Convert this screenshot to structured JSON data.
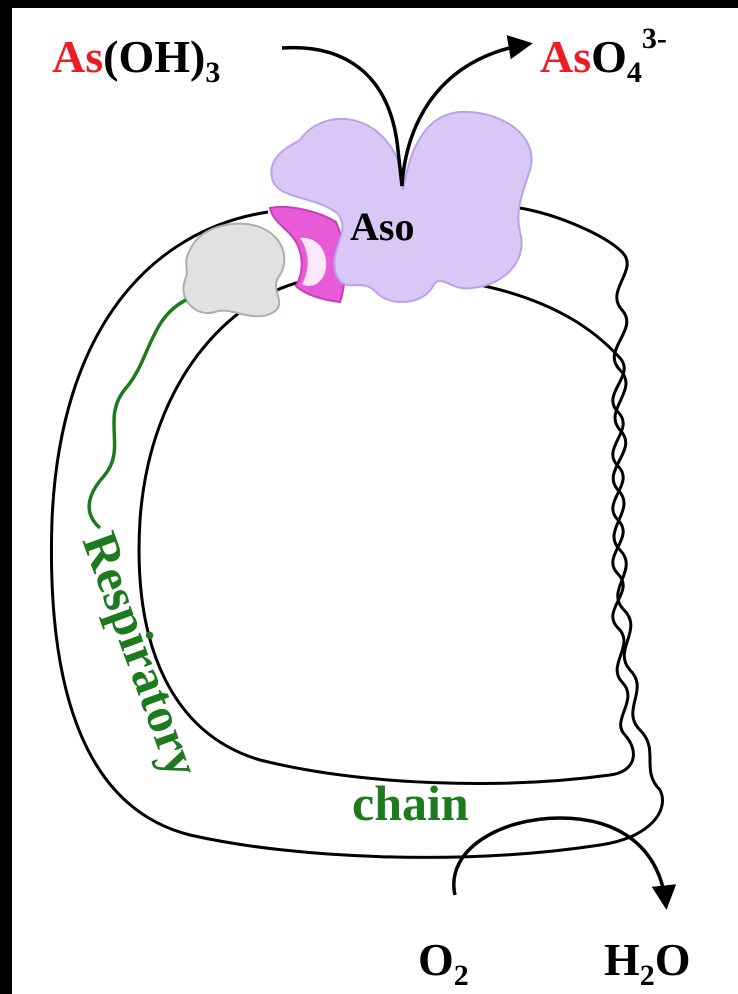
{
  "labels": {
    "substrate_el": "As",
    "substrate_rest": "(OH)",
    "substrate_sub": "3",
    "product_el": "As",
    "product_rest": "O",
    "product_sub": "4",
    "product_sup": "3-",
    "enzyme": "Aso",
    "chain_word1": "Respiratory",
    "chain_word2": "chain",
    "oxygen": "O",
    "oxygen_sub": "2",
    "water_h": "H",
    "water_sub": "2",
    "water_o": "O"
  },
  "colors": {
    "background": "#000000",
    "panel": "#ffffff",
    "arsenic_red": "#ee1c24",
    "text_black": "#000000",
    "chain_green": "#1e7a1e",
    "aso_fill": "#d9c8f5",
    "aso_stroke": "#b9a2ec",
    "anchor_pink": "#e75ad8",
    "grey_protein": "#dfe2de"
  }
}
